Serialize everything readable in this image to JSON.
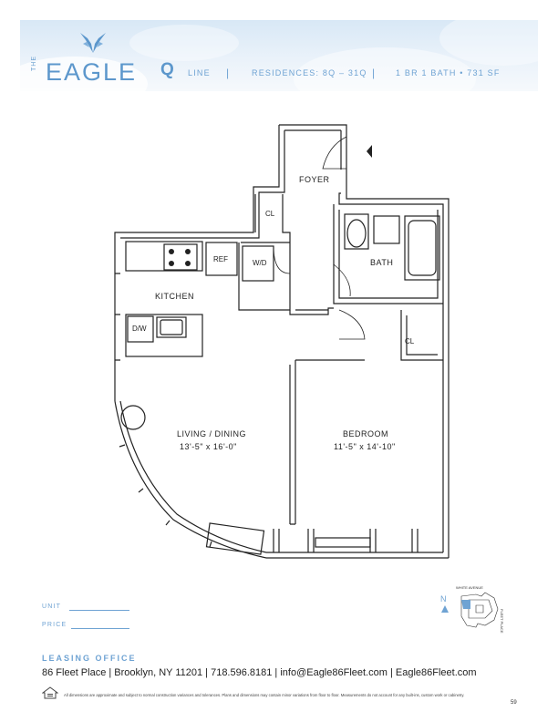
{
  "header": {
    "logo_the": "THE",
    "logo_name": "EAGLE",
    "line_letter": "Q",
    "line_label": "LINE",
    "residences": "RESIDENCES: 8Q – 31Q",
    "unit_specs": "1 BR   1 BATH  •  731 SF"
  },
  "plan": {
    "rooms": {
      "foyer": "FOYER",
      "closet_foyer": "CL",
      "bath": "BATH",
      "kitchen": "KITCHEN",
      "ref": "REF",
      "wd": "W/D",
      "dw": "D/W",
      "closet_bedroom": "CL",
      "living_name": "LIVING / DINING",
      "living_dims": "13'-5\" x 16'-0\"",
      "bedroom_name": "BEDROOM",
      "bedroom_dims": "11'-5\" x 14'-10\""
    }
  },
  "form": {
    "unit_label": "UNIT",
    "price_label": "PRICE"
  },
  "keyplan": {
    "north": "N",
    "street_top": "WHITE AVENUE",
    "street_side": "FLEET PLACE"
  },
  "footer": {
    "leasing_title": "LEASING OFFICE",
    "contact": "86 Fleet Place  |  Brooklyn, NY 11201  |  718.596.8181  |  info@Eagle86Fleet.com  |  Eagle86Fleet.com",
    "disclaimer": "All dimensions are approximate and subject to normal construction variances and tolerances. Plans and dimensions may contain minor variations from floor to floor. Measurements do not account for any built-ins, custom work or cabinetry.",
    "page_number": "59"
  },
  "colors": {
    "accent": "#5c97cc",
    "accent_light": "#6fa3d3",
    "line": "#222222"
  }
}
